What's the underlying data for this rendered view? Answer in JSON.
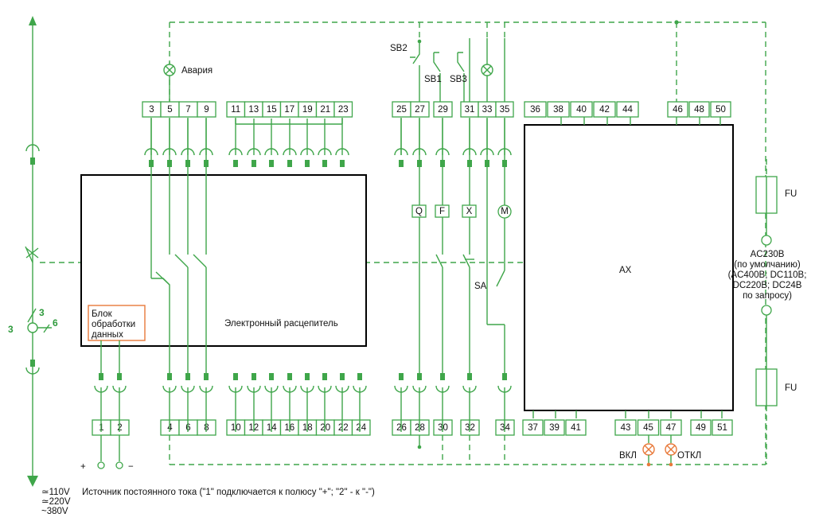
{
  "labels": {
    "alarm": "Авария",
    "sb2": "SB2",
    "sb1": "SB1",
    "sb3": "SB3",
    "trip_unit": "Электронный расцепитель",
    "data_block_line1": "Блок",
    "data_block_line2": "обработки",
    "data_block_line3": "данных",
    "ax": "AX",
    "sa": "SA",
    "fu_top": "FU",
    "fu_bottom": "FU",
    "supply_line1": "AC230B",
    "supply_line2": "(по умолчанию)",
    "supply_line3": "(AC400B; DC110B;",
    "supply_line4": "DC220B; DC24B",
    "supply_line5": "по запросу)",
    "on": "ВКЛ",
    "off": "ОТКЛ",
    "coil_q": "Q",
    "coil_f": "F",
    "coil_x": "X",
    "motor_m": "M",
    "plus": "+",
    "minus": "−",
    "volt1": "≃110V",
    "volt2": "≃220V",
    "volt3": "~380V",
    "footer": "Источник постоянного тока (\"1\" подключается к полюсу \"+\"; \"2\" - к \"-\")",
    "ct_left_3": "3",
    "ct_top_3": "3",
    "ct_right_6": "6"
  },
  "terminals_top_group1": [
    "3",
    "5",
    "7",
    "9"
  ],
  "terminals_top_group2": [
    "11",
    "13",
    "15",
    "17",
    "19",
    "21",
    "23"
  ],
  "terminals_top_group3": [
    "25",
    "27"
  ],
  "terminals_top_group4": [
    "29"
  ],
  "terminals_top_group5": [
    "31",
    "33",
    "35"
  ],
  "terminals_top_ax": [
    "36",
    "38",
    "40",
    "42",
    "44"
  ],
  "terminals_top_ax2": [
    "46",
    "48",
    "50"
  ],
  "terminals_bottom_group1": [
    "1",
    "2"
  ],
  "terminals_bottom_group2": [
    "4",
    "6",
    "8"
  ],
  "terminals_bottom_group3": [
    "10",
    "12",
    "14",
    "16",
    "18",
    "20",
    "22",
    "24"
  ],
  "terminals_bottom_group4": [
    "26",
    "28"
  ],
  "terminals_bottom_group5": [
    "30"
  ],
  "terminals_bottom_group6": [
    "32"
  ],
  "terminals_bottom_group7": [
    "34"
  ],
  "terminals_bottom_ax": [
    "37",
    "39",
    "41"
  ],
  "terminals_bottom_ax2": [
    "43",
    "45",
    "47"
  ],
  "terminals_bottom_ax3": [
    "49",
    "51"
  ],
  "colors": {
    "wire": "#3fa64a",
    "lamp": "#e8793a",
    "block": "#000000"
  }
}
